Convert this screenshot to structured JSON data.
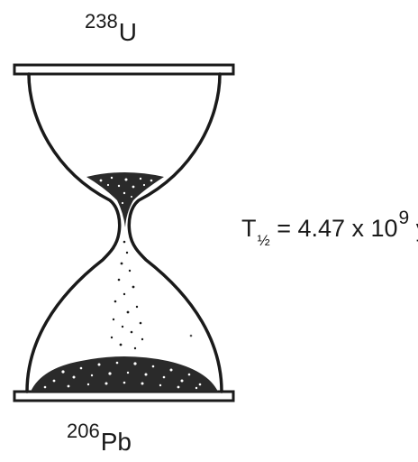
{
  "parent_isotope": {
    "mass_number": "238",
    "element": "U"
  },
  "daughter_isotope": {
    "mass_number": "206",
    "element": "Pb"
  },
  "half_life": {
    "symbol": "T",
    "subscript": "½",
    "equals_mantissa": " = 4.47 x 10",
    "exponent": "9",
    "unit": " y"
  }
}
